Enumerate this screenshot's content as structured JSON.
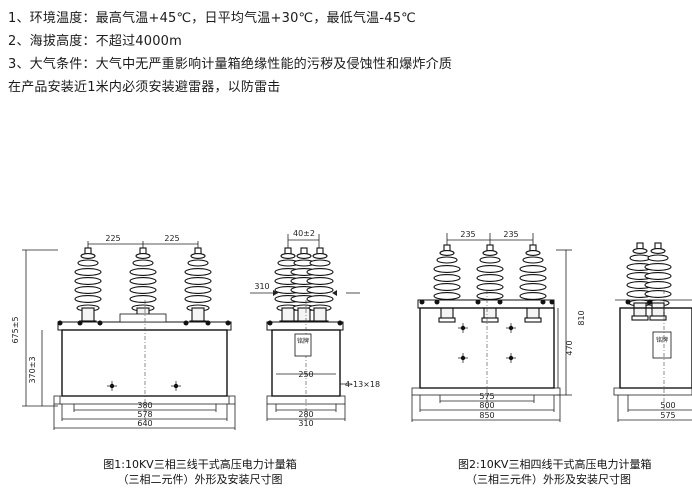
{
  "spec": {
    "lines": [
      "1、环境温度：最高气温+45℃，日平均气温+30℃，最低气温-45℃",
      "2、海拔高度：不超过4000m",
      "3、大气条件：大气中无严重影响计量箱绝缘性能的污秽及侵蚀性和爆炸介质",
      "在产品安装近1米内必须安装避雷器，以防雷击"
    ]
  },
  "fig1": {
    "front": {
      "dim_top_left": "225",
      "dim_top_right": "225",
      "dim_height": "675±5",
      "dim_box_height": "370±3",
      "dim_380": "380",
      "dim_578": "578",
      "dim_640": "640"
    },
    "side": {
      "dim_top": "40±2",
      "dim_left": "310",
      "dim_mid": "250",
      "dim_holes": "4-13×18",
      "dim_280": "280",
      "dim_310": "310",
      "plate": "铭牌"
    },
    "caption_line1": "图1:10KV三相三线干式高压电力计量箱",
    "caption_line2": "（三相二元件）外形及安装尺寸图"
  },
  "fig2": {
    "front": {
      "dim_top_left": "235",
      "dim_top_right": "235",
      "dim_810": "810",
      "dim_470": "470",
      "dim_575": "575",
      "dim_800": "800",
      "dim_850": "850"
    },
    "side": {
      "dim_500": "500",
      "dim_575": "575",
      "plate": "铭牌"
    },
    "caption_line1": "图2:10KV三相四线干式高压电力计量箱",
    "caption_line2": "（三相三元件）外形及安装尺寸图"
  }
}
